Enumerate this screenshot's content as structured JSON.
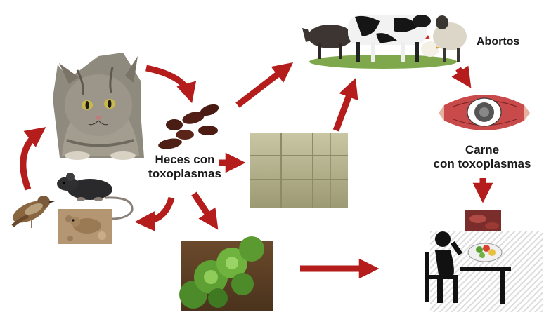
{
  "labels": {
    "heces_line1": "Heces con",
    "heces_line2": "toxoplasmas",
    "abortos": "Abortos",
    "carne_line1": "Carne",
    "carne_line2": "con toxoplasmas"
  },
  "colors": {
    "arrow": "#b51d1d",
    "text": "#1a1a1a"
  }
}
